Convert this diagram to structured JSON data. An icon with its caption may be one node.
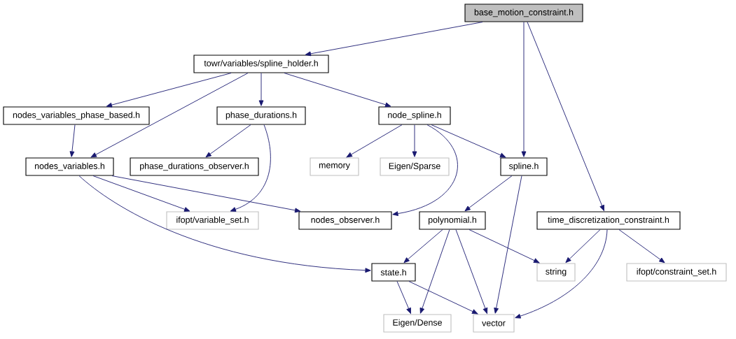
{
  "diagram": {
    "nodes": [
      {
        "text": [
          "base_motion_constraint.h"
        ]
      },
      {
        "text": [
          "towr/variables/spline_holder.h"
        ]
      },
      {
        "text": [
          "nodes_variables_phase_based.h"
        ]
      },
      {
        "text": [
          "phase_durations.h"
        ]
      },
      {
        "text": [
          "node_spline.h"
        ]
      },
      {
        "text": [
          "nodes_variables.h"
        ]
      },
      {
        "text": [
          "phase_durations_observer.h"
        ]
      },
      {
        "text": [
          "memory"
        ]
      },
      {
        "text": [
          "Eigen/Sparse"
        ]
      },
      {
        "text": [
          "spline.h"
        ]
      },
      {
        "text": [
          "ifopt/variable_set.h"
        ]
      },
      {
        "text": [
          "nodes_observer.h"
        ]
      },
      {
        "text": [
          "polynomial.h"
        ]
      },
      {
        "text": [
          "time_discretization_constraint.h"
        ]
      },
      {
        "text": [
          "state.h"
        ]
      },
      {
        "text": [
          "string"
        ]
      },
      {
        "text": [
          "ifopt/constraint_set.h"
        ]
      },
      {
        "text": [
          "Eigen/Dense"
        ]
      },
      {
        "text": [
          "vector"
        ]
      }
    ],
    "edges": [
      {
        "from": 0,
        "to": 1,
        "arrow": "to"
      },
      {
        "from": 0,
        "to": 9,
        "arrow": "to"
      },
      {
        "from": 0,
        "to": 13,
        "arrow": "to"
      },
      {
        "from": 1,
        "to": 2,
        "arrow": "to"
      },
      {
        "from": 1,
        "to": 5,
        "arrow": "to"
      },
      {
        "from": 1,
        "to": 3,
        "arrow": "to"
      },
      {
        "from": 1,
        "to": 4,
        "arrow": "to"
      },
      {
        "from": 2,
        "to": 5,
        "arrow": "to"
      },
      {
        "from": 3,
        "to": 6,
        "arrow": "to"
      },
      {
        "from": 3,
        "to": 10,
        "arrow": "to"
      },
      {
        "from": 4,
        "to": 7,
        "arrow": "to"
      },
      {
        "from": 4,
        "to": 8,
        "arrow": "to"
      },
      {
        "from": 4,
        "to": 9,
        "arrow": "to"
      },
      {
        "from": 4,
        "to": 11,
        "arrow": "to"
      },
      {
        "from": 5,
        "to": 10,
        "arrow": "to"
      },
      {
        "from": 5,
        "to": 11,
        "arrow": "to"
      },
      {
        "from": 5,
        "to": 14,
        "arrow": "to"
      },
      {
        "from": 9,
        "to": 12,
        "arrow": "to"
      },
      {
        "from": 9,
        "to": 18,
        "arrow": "to"
      },
      {
        "from": 12,
        "to": 14,
        "arrow": "to"
      },
      {
        "from": 12,
        "to": 17,
        "arrow": "to"
      },
      {
        "from": 12,
        "to": 18,
        "arrow": "to"
      },
      {
        "from": 12,
        "to": 15,
        "arrow": "to"
      },
      {
        "from": 13,
        "to": 15,
        "arrow": "to"
      },
      {
        "from": 13,
        "to": 18,
        "arrow": "to"
      },
      {
        "from": 13,
        "to": 16,
        "arrow": "to"
      },
      {
        "from": 14,
        "to": 17,
        "arrow": "to"
      },
      {
        "from": 14,
        "to": 18,
        "arrow": "to"
      }
    ]
  }
}
